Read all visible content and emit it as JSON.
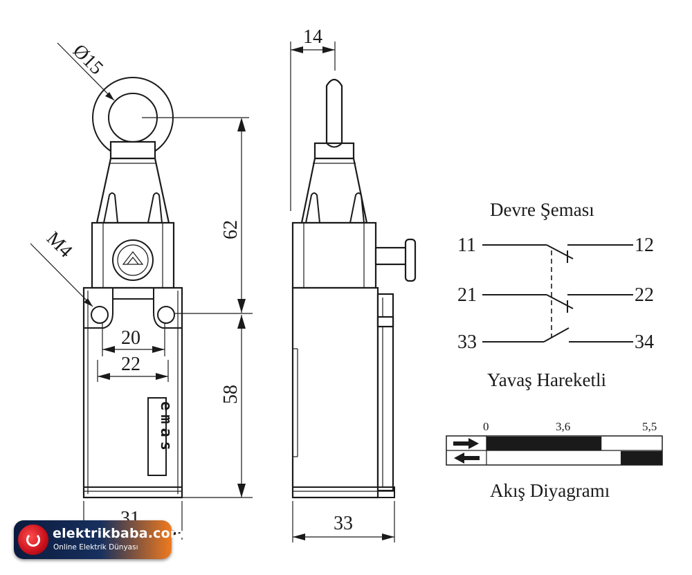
{
  "dimensions": {
    "roller_diameter": "Ø15",
    "thread": "M4",
    "roller_width": "14",
    "lever_height": "62",
    "body_height": "58",
    "hole_spacing_inner": "20",
    "hole_spacing_outer": "22",
    "front_width": "31",
    "side_width": "33"
  },
  "brand_mark": "emas",
  "circuit": {
    "title": "Devre Şeması",
    "contacts": [
      {
        "left": "11",
        "right": "12",
        "type": "NC"
      },
      {
        "left": "21",
        "right": "22",
        "type": "NC"
      },
      {
        "left": "33",
        "right": "34",
        "type": "NO"
      }
    ],
    "action": "Yavaş Hareketli"
  },
  "flow_diagram": {
    "title": "Akış Diyagramı",
    "scale_labels": [
      "0",
      "3,6",
      "5,5"
    ],
    "forward_bar": {
      "start": 0,
      "end": 3.6
    },
    "return_bar": {
      "start": 4.2,
      "end": 5.5
    }
  },
  "watermark": {
    "name": "elektrikbaba.com",
    "tagline": "Online Elektrik Dünyası"
  }
}
